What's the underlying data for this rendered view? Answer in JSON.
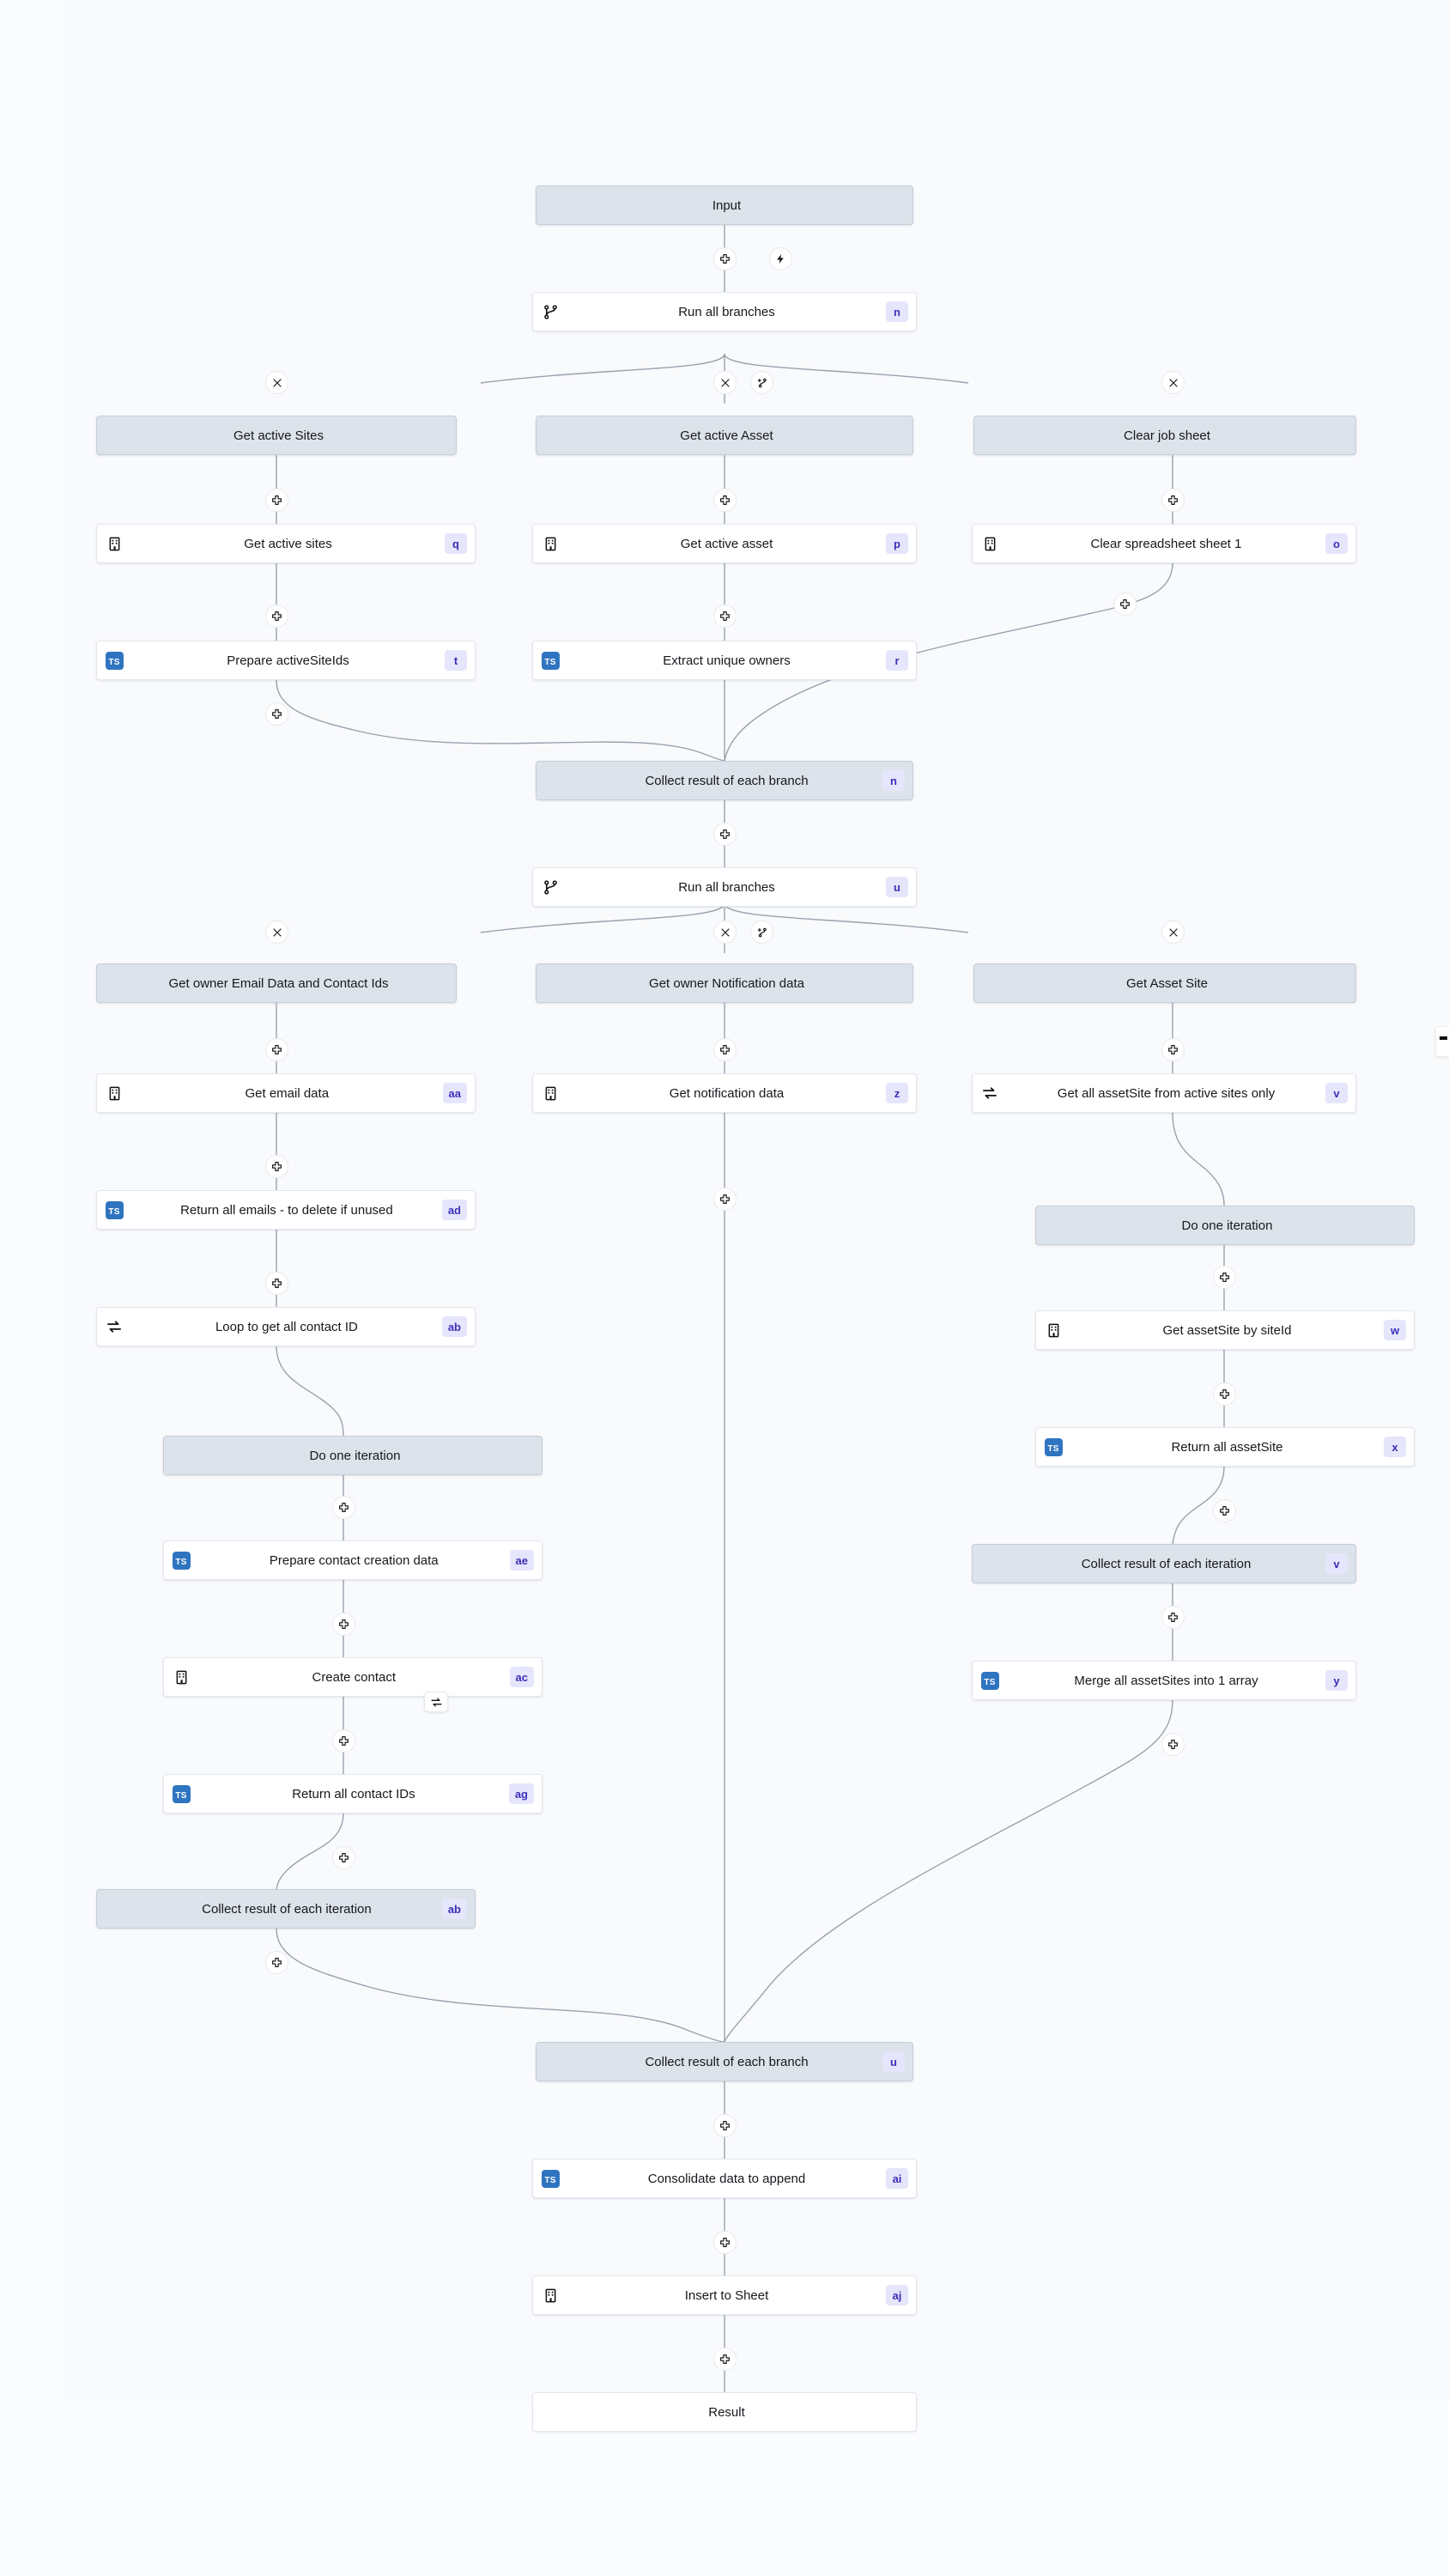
{
  "canvas": {
    "background": "#fbfcfe",
    "panel_background": "#f9fafc",
    "edge_color": "#9aa1ac",
    "grey_node_bg": "#dde3ea",
    "white_node_bg": "#ffffff",
    "badge_bg": "#e5e6fb",
    "badge_fg": "#3c2fb8",
    "ts_icon_bg": "#2f74c0",
    "ts_icon_label": "TS"
  },
  "nodes": {
    "input": {
      "label": "Input",
      "badge": "",
      "icon": "none"
    },
    "run_all_branches_1": {
      "label": "Run all branches",
      "badge": "n",
      "icon": "branch-icon"
    },
    "branch_get_active_sites": {
      "label": "Get active Sites",
      "badge": "",
      "icon": "none"
    },
    "branch_get_active_asset": {
      "label": "Get active Asset",
      "badge": "",
      "icon": "none"
    },
    "branch_clear_job_sheet": {
      "label": "Clear job sheet",
      "badge": "",
      "icon": "none"
    },
    "get_active_sites": {
      "label": "Get active sites",
      "badge": "q",
      "icon": "building-icon"
    },
    "get_active_asset": {
      "label": "Get active asset",
      "badge": "p",
      "icon": "building-icon"
    },
    "clear_spreadsheet_sheet_1": {
      "label": "Clear spreadsheet sheet 1",
      "badge": "o",
      "icon": "building-icon"
    },
    "prepare_active_site_ids": {
      "label": "Prepare activeSiteIds",
      "badge": "t",
      "icon": "ts-icon"
    },
    "extract_unique_owners": {
      "label": "Extract unique owners",
      "badge": "r",
      "icon": "ts-icon"
    },
    "collect_branch_1": {
      "label": "Collect result of each branch",
      "badge": "n",
      "icon": "none"
    },
    "run_all_branches_2": {
      "label": "Run all branches",
      "badge": "u",
      "icon": "branch-icon"
    },
    "branch_owner_email": {
      "label": "Get owner Email Data and Contact Ids",
      "badge": "",
      "icon": "none"
    },
    "branch_owner_notification": {
      "label": "Get owner Notification data",
      "badge": "",
      "icon": "none"
    },
    "branch_get_asset_site": {
      "label": "Get Asset Site",
      "badge": "",
      "icon": "none"
    },
    "get_email_data": {
      "label": "Get email data",
      "badge": "aa",
      "icon": "building-icon"
    },
    "get_notification_data": {
      "label": "Get notification data",
      "badge": "z",
      "icon": "building-icon"
    },
    "get_all_assetsite": {
      "label": "Get all assetSite from active sites only",
      "badge": "v",
      "icon": "loop-icon"
    },
    "return_all_emails": {
      "label": "Return all emails - to delete if unused",
      "badge": "ad",
      "icon": "ts-icon"
    },
    "loop_contact_id": {
      "label": "Loop to get all contact ID",
      "badge": "ab",
      "icon": "loop-icon"
    },
    "do_one_iteration_left": {
      "label": "Do one iteration",
      "badge": "",
      "icon": "none"
    },
    "do_one_iteration_right": {
      "label": "Do one iteration",
      "badge": "",
      "icon": "none"
    },
    "get_assetsite_by_siteid": {
      "label": "Get assetSite by siteId",
      "badge": "w",
      "icon": "building-icon"
    },
    "return_all_assetsite": {
      "label": "Return all assetSite",
      "badge": "x",
      "icon": "ts-icon"
    },
    "prepare_contact_creation": {
      "label": "Prepare contact creation data",
      "badge": "ae",
      "icon": "ts-icon"
    },
    "create_contact": {
      "label": "Create contact",
      "badge": "ac",
      "icon": "building-icon"
    },
    "return_all_contact_ids": {
      "label": "Return all contact IDs",
      "badge": "ag",
      "icon": "ts-icon"
    },
    "collect_iteration_right": {
      "label": "Collect result of each iteration",
      "badge": "v",
      "icon": "none"
    },
    "merge_all_assetsites": {
      "label": "Merge all assetSites into 1 array",
      "badge": "y",
      "icon": "ts-icon"
    },
    "collect_iteration_left": {
      "label": "Collect result of each iteration",
      "badge": "ab",
      "icon": "none"
    },
    "collect_branch_2": {
      "label": "Collect result of each branch",
      "badge": "u",
      "icon": "none"
    },
    "consolidate_data": {
      "label": "Consolidate data to append",
      "badge": "ai",
      "icon": "ts-icon"
    },
    "insert_to_sheet": {
      "label": "Insert to Sheet",
      "badge": "aj",
      "icon": "building-icon"
    },
    "result": {
      "label": "Result",
      "badge": "",
      "icon": "none"
    }
  },
  "handles": {
    "add_step": "plus-icon",
    "trigger": "lightning-icon",
    "remove_branch": "close-icon",
    "add_branch": "add-branch-icon"
  }
}
